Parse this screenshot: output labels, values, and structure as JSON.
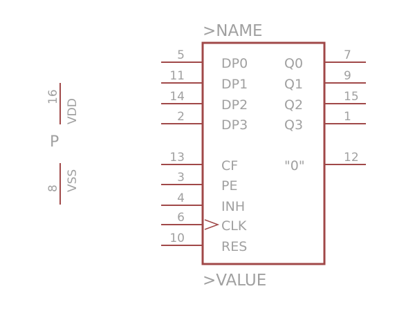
{
  "colors": {
    "body": "#a04848",
    "pin_line": "#a04848",
    "text": "#a0a0a0",
    "background": "#ffffff"
  },
  "part": {
    "name_label": ">NAME",
    "value_label": ">VALUE"
  },
  "power": {
    "prefix": "P",
    "vdd": {
      "number": "16",
      "label": "VDD"
    },
    "vss": {
      "number": "8",
      "label": "VSS"
    }
  },
  "pins_left": [
    {
      "number": "5",
      "label": "DP0"
    },
    {
      "number": "11",
      "label": "DP1"
    },
    {
      "number": "14",
      "label": "DP2"
    },
    {
      "number": "2",
      "label": "DP3"
    },
    {
      "number": "13",
      "label": "CF"
    },
    {
      "number": "3",
      "label": "PE"
    },
    {
      "number": "4",
      "label": "INH"
    },
    {
      "number": "6",
      "label": "CLK",
      "clock": true
    },
    {
      "number": "10",
      "label": "RES"
    }
  ],
  "pins_right": [
    {
      "number": "7",
      "label": "Q0"
    },
    {
      "number": "9",
      "label": "Q1"
    },
    {
      "number": "15",
      "label": "Q2"
    },
    {
      "number": "1",
      "label": "Q3"
    },
    {
      "number": "12",
      "label": "\"0\""
    }
  ]
}
